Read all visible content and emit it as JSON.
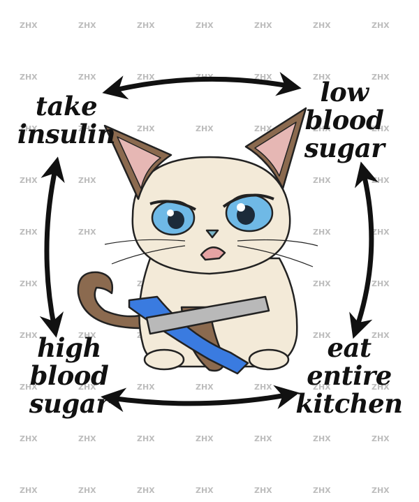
{
  "labels": {
    "top_left": [
      "take",
      "insulin"
    ],
    "top_right": [
      "low",
      "blood",
      "sugar"
    ],
    "bottom_left": [
      "high",
      "blood",
      "sugar"
    ],
    "bottom_right": [
      "eat",
      "entire",
      "kitchen"
    ]
  },
  "watermark": "ZHX",
  "colors": {
    "arrow": "#111111",
    "cat_fur": "#f3ead8",
    "cat_points": "#8b6a4f",
    "eyes": "#6fb9e6",
    "ribbon_blue": "#3a7be0",
    "ribbon_gray": "#b9b9b9"
  }
}
